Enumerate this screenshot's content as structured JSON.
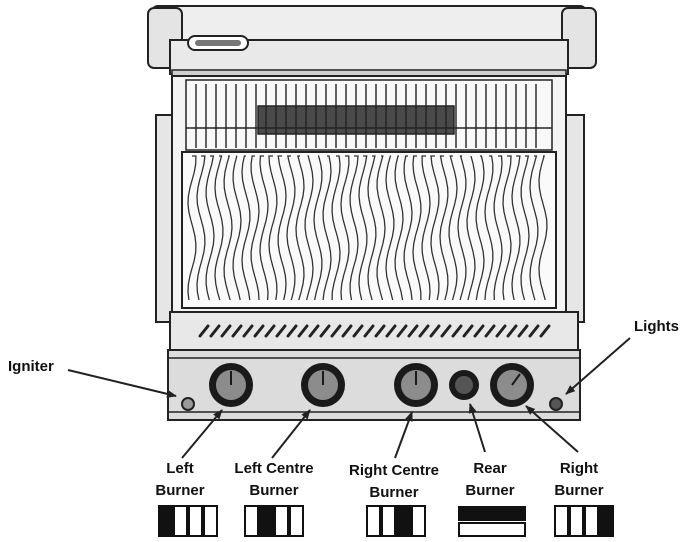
{
  "callouts": {
    "igniter": "Igniter",
    "lights": "Lights"
  },
  "burners": [
    {
      "line1": "Left",
      "line2": "Burner",
      "indicator": "vertical",
      "active_slot": 1
    },
    {
      "line1": "Left Centre",
      "line2": "Burner",
      "indicator": "vertical",
      "active_slot": 2
    },
    {
      "line1": "Right Centre",
      "line2": "Burner",
      "indicator": "vertical",
      "active_slot": 3
    },
    {
      "line1": "Rear",
      "line2": "Burner",
      "indicator": "horizontal",
      "active_slot": 1
    },
    {
      "line1": "Right",
      "line2": "Burner",
      "indicator": "vertical",
      "active_slot": 4
    }
  ],
  "colors": {
    "line": "#222222",
    "body_fill": "#e9e9e9",
    "panel_fill": "#dcdcdc",
    "knob_ring": "#1a1a1a",
    "knob_face": "#8c8c8c",
    "indicator_active": "#111111"
  }
}
